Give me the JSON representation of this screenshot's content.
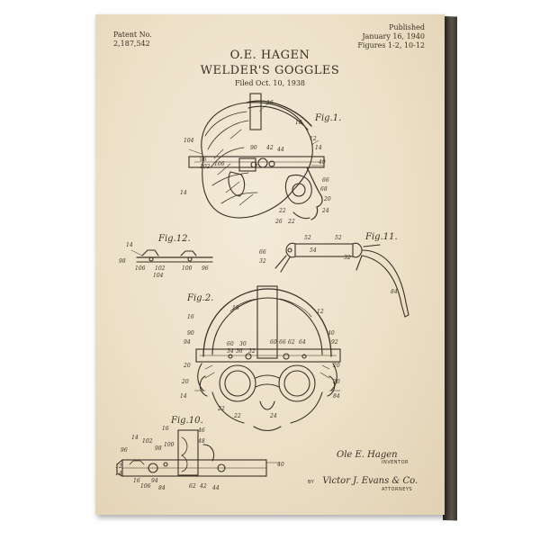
{
  "header": {
    "patent_label": "Patent No.",
    "patent_number": "2,187,542",
    "published_label": "Published",
    "published_date": "January 16, 1940",
    "figures": "Figures 1-2, 10-12"
  },
  "title": {
    "inventor": "O.E. HAGEN",
    "name": "WELDER'S GOGGLES",
    "filed": "Filed Oct. 10, 1938"
  },
  "figures": {
    "fig1": "Fig.1.",
    "fig2": "Fig.2.",
    "fig10": "Fig.10.",
    "fig11": "Fig.11.",
    "fig12": "Fig.12."
  },
  "signatures": {
    "inventor_sig": "Ole E. Hagen",
    "inventor_caption": "INVENTOR",
    "by_label": "BY",
    "attorney_sig": "Victor J. Evans & Co.",
    "attorney_caption": "ATTORNEYS"
  },
  "colors": {
    "paper": "#ece0c7",
    "ink": "#3a3126",
    "canvas_edge": "#3a352e"
  }
}
